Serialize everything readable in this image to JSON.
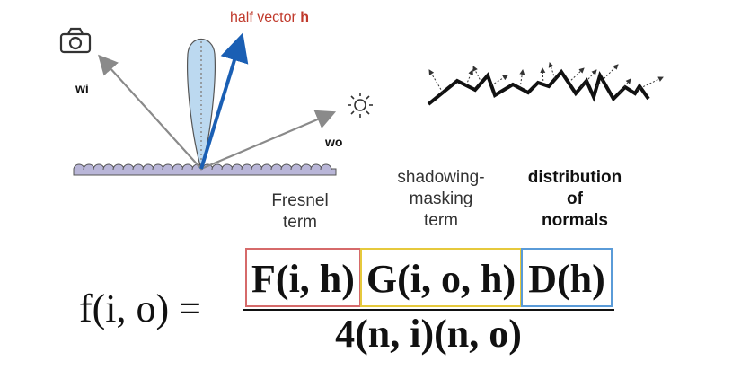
{
  "diagram": {
    "labels": {
      "half_vector": "half vector",
      "half_vector_symbol": "h",
      "wi": "wi",
      "wo": "wo"
    },
    "icons": [
      "camera-icon",
      "sun-icon"
    ],
    "terms": {
      "fresnel": [
        "Fresnel",
        "term"
      ],
      "shadowing": [
        "shadowing-",
        "masking",
        "term"
      ],
      "distribution": [
        "distribution",
        "of",
        "normals"
      ]
    },
    "formula": {
      "lhs": "f(i, o) =",
      "numerator": {
        "fresnel": "F(i, h)",
        "shadowing": "G(i, o, h)",
        "distribution": "D(h)"
      },
      "denominator": "4(n, i)(n, o)"
    },
    "colors": {
      "half_vector_label": "#c0392b",
      "half_vector_arrow": "#1a5fb4",
      "lobe_fill": "#bcd9f0",
      "bump_fill": "#b9b6d8",
      "fresnel_box": "#d66a6a",
      "shadowing_box": "#e6c93c",
      "distribution_box": "#5a9bd8"
    }
  }
}
